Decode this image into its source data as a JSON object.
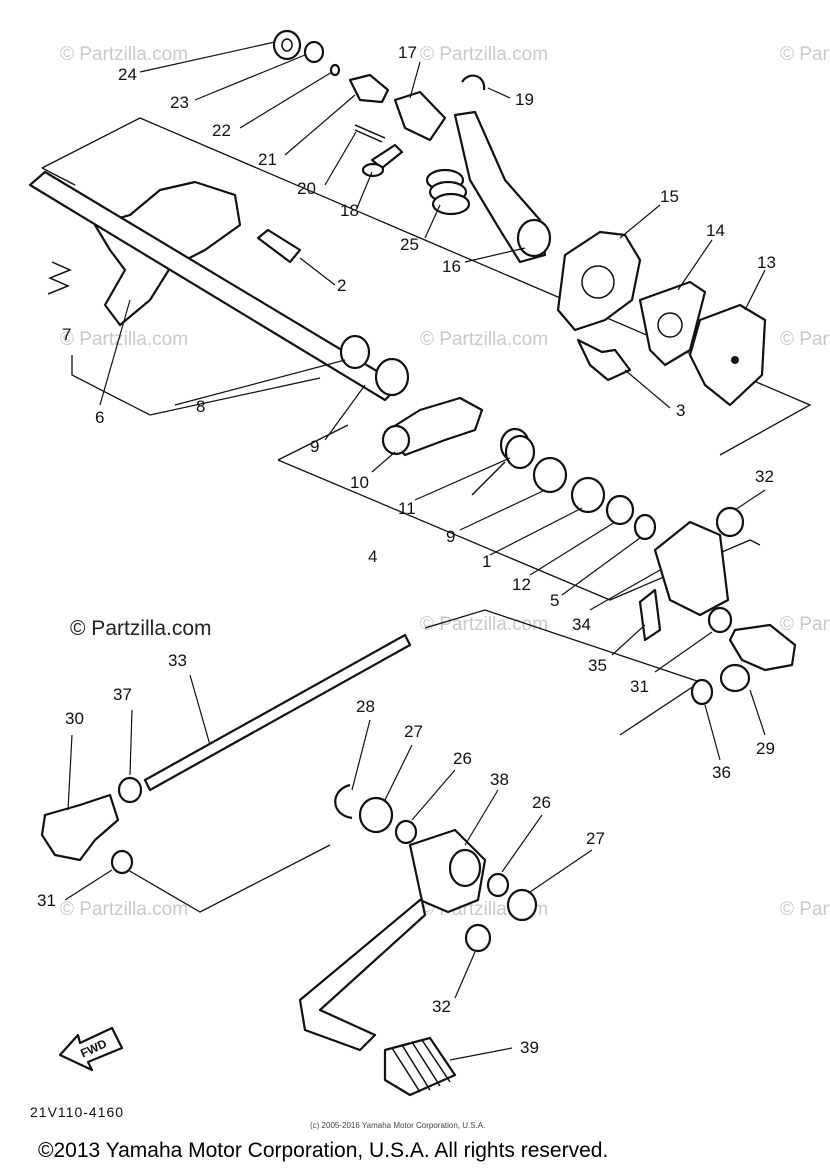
{
  "diagram": {
    "watermark": "© Partzilla.com",
    "watermark_prominent": "© Partzilla.com",
    "diagram_code": "21V110-4160",
    "fwd_label": "FWD",
    "small_copyright": "(c) 2005-2016 Yamaha Motor Corporation, U.S.A.",
    "copyright": "©2013 Yamaha Motor Corporation, U.S.A. All rights reserved.",
    "callouts": {
      "c24": "24",
      "c23": "23",
      "c22": "22",
      "c21": "21",
      "c20": "20",
      "c18": "18",
      "c17": "17",
      "c19": "19",
      "c25": "25",
      "c16": "16",
      "c15": "15",
      "c14": "14",
      "c13": "13",
      "c3": "3",
      "c2": "2",
      "c7": "7",
      "c6": "6",
      "c8": "8",
      "c9a": "9",
      "c10": "10",
      "c11": "11",
      "c9b": "9",
      "c1": "1",
      "c4": "4",
      "c12": "12",
      "c5": "5",
      "c32a": "32",
      "c34": "34",
      "c35": "35",
      "c31a": "31",
      "c29": "29",
      "c36": "36",
      "c33": "33",
      "c37": "37",
      "c30": "30",
      "c28": "28",
      "c27a": "27",
      "c26a": "26",
      "c38": "38",
      "c26b": "26",
      "c27b": "27",
      "c31b": "31",
      "c32b": "32",
      "c39": "39"
    }
  }
}
